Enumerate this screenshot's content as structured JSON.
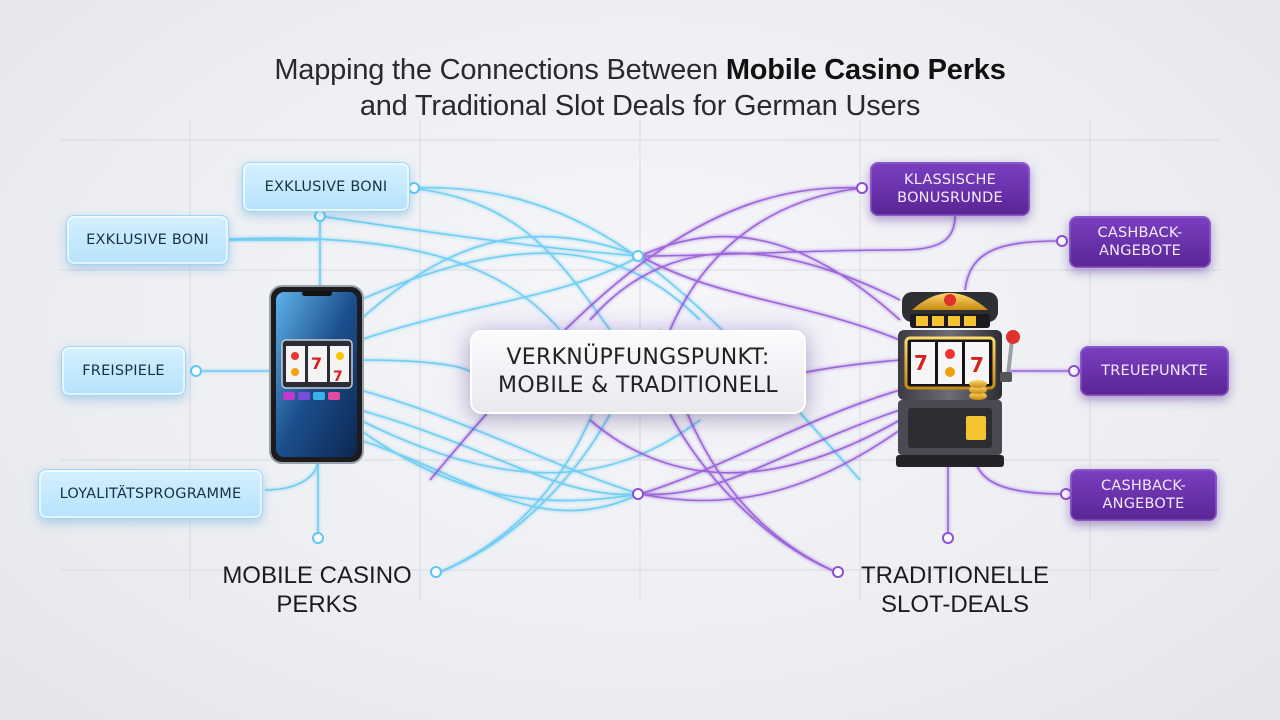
{
  "title": {
    "line1_plain": "Mapping the Connections Between ",
    "line1_bold": "Mobile Casino Perks",
    "line2": "and Traditional Slot Deals for German Users"
  },
  "center": {
    "line1": "VERKNÜPFUNGSPUNKT:",
    "line2": "MOBILE & TRADITIONELL"
  },
  "mobile": {
    "label_line1": "MOBILE CASINO",
    "label_line2": "PERKS",
    "nodes": [
      "EXKLUSIVE BONI",
      "EXKLUSIVE BONI",
      "FREISPIELE",
      "LOYALITÄTSPROGRAMME"
    ]
  },
  "traditional": {
    "label_line1": "TRADITIONELLE",
    "label_line2": "SLOT-DEALS",
    "nodes": [
      {
        "line1": "KLASSISCHE",
        "line2": "BONUSRUNDE"
      },
      {
        "line1": "CASHBACK-",
        "line2": "ANGEBOTE"
      },
      {
        "line1": "TREUEPUNKTE",
        "line2": ""
      },
      {
        "line1": "CASHBACK-",
        "line2": "ANGEBOTE"
      }
    ]
  },
  "colors": {
    "blue_line": "#5cc8f2",
    "purple_line": "#8e4fd6",
    "blue_node": "#c6ebfd",
    "purple_node": "#6a2fae"
  },
  "icons": {
    "left": "smartphone-slot-icon",
    "right": "slot-machine-icon"
  }
}
